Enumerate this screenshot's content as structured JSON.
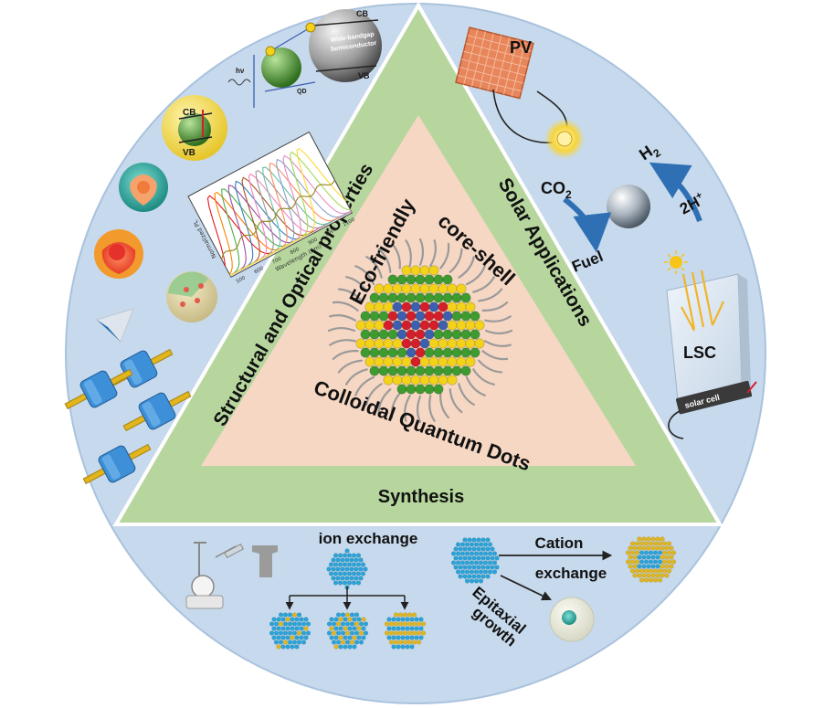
{
  "colors": {
    "circle_bg": "#c7d9ec",
    "circle_edge": "#9fb9d6",
    "triangle_outer": "#b7d6a0",
    "triangle_inner": "#f7d9c4",
    "divider": "#ffffff",
    "qd_yellow": "#f2d21b",
    "qd_green": "#3e9b2f",
    "qd_red": "#d41f2b",
    "qd_blue": "#3c5fb0",
    "ligand": "#9a9a9a",
    "arrow_blue": "#2f6fb4",
    "pv_panel": "#e7895c"
  },
  "center": {
    "title_top_left": "Eco-friendly",
    "title_top_right": "core-shell",
    "title_bottom": "Colloidal Quantum Dots"
  },
  "triangle_labels": {
    "left": "Structural and Optical properties",
    "right": "Solar Applications",
    "bottom": "Synthesis"
  },
  "solar": {
    "pv": "PV",
    "co2": "CO",
    "co2_sub": "2",
    "h2": "H",
    "h2_sub": "2",
    "protons": "2H",
    "protons_sup": "+",
    "fuel": "Fuel",
    "lsc": "LSC",
    "solar_cell": "solar cell"
  },
  "structural": {
    "cb": "CB",
    "vb": "VB",
    "cb_big": "CB",
    "vb_big": "VB",
    "wide_bandgap": "Wide-bandgap",
    "semiconductor": "Semiconductor",
    "qd": "QD",
    "hv": "hν",
    "pl_xlabel": "Wavelength (nm)",
    "pl_ylabel": "Normalized PL",
    "pl_ticks": [
      "500",
      "600",
      "700",
      "800",
      "900",
      "1000",
      "1100"
    ]
  },
  "synthesis": {
    "ion_exchange": "ion exchange",
    "cation_exchange_1": "Cation",
    "cation_exchange_2": "exchange",
    "epitaxial_1": "Epitaxial",
    "epitaxial_2": "growth"
  }
}
